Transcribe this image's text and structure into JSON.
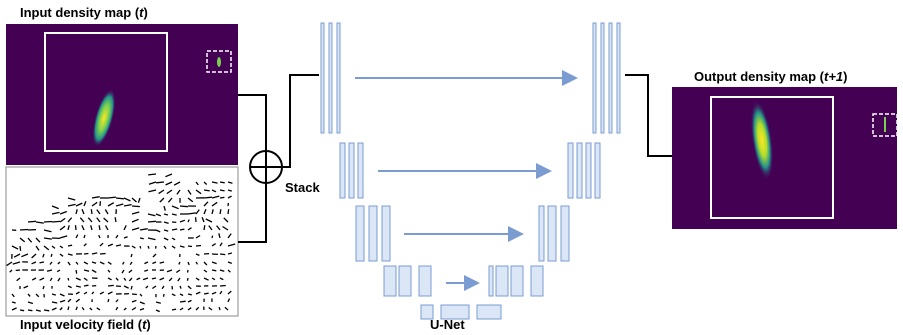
{
  "labels": {
    "input_density": {
      "text": "Input density map (",
      "var": "t",
      "close": ")"
    },
    "input_velocity": {
      "text": "Input velocity field (",
      "var": "t",
      "close": ")"
    },
    "output_density": {
      "text": "Output density map (",
      "var": "t+1",
      "close": ")"
    },
    "stack": "Stack",
    "unet": "U-Net"
  },
  "colors": {
    "density_bg": "#440154",
    "plume_core": "#fde725",
    "plume_mid": "#21918c",
    "unet_fill": "#dbe6f7",
    "unet_stroke": "#7b9cd1",
    "arrow": "#7b9cd1"
  }
}
